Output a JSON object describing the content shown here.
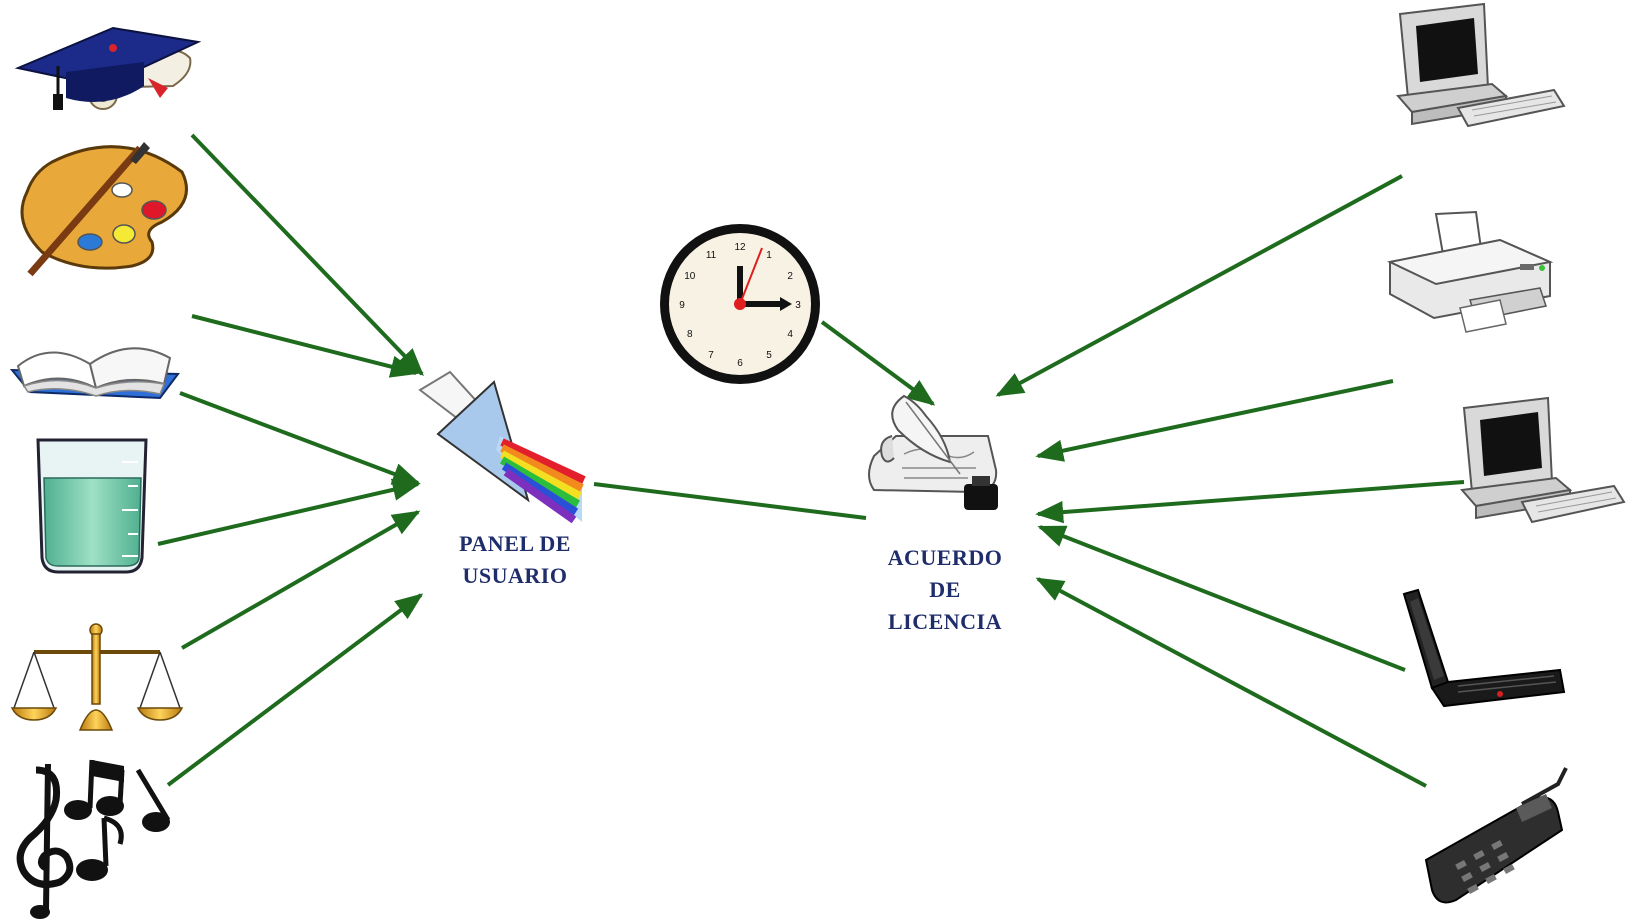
{
  "panel_label": [
    "PANEL DE",
    "USUARIO"
  ],
  "acuerdo_label": [
    "ACUERDO",
    "DE",
    "LICENCIA"
  ],
  "clock_numbers": [
    "12",
    "1",
    "2",
    "3",
    "4",
    "5",
    "6",
    "7",
    "8",
    "9",
    "10",
    "11"
  ],
  "colors": {
    "arrow": "#1e6b1e",
    "label": "#1f2d6b"
  },
  "icons": {
    "left": [
      "graduation-cap-icon",
      "paint-palette-icon",
      "open-book-icon",
      "beaker-icon",
      "balance-scale-icon",
      "music-notes-icon"
    ],
    "center": [
      "prism-icon",
      "clock-icon",
      "license-scroll-icon"
    ],
    "right": [
      "desktop-computer-icon",
      "printer-icon",
      "desktop-computer-icon",
      "laptop-icon",
      "mobile-phone-icon"
    ]
  }
}
